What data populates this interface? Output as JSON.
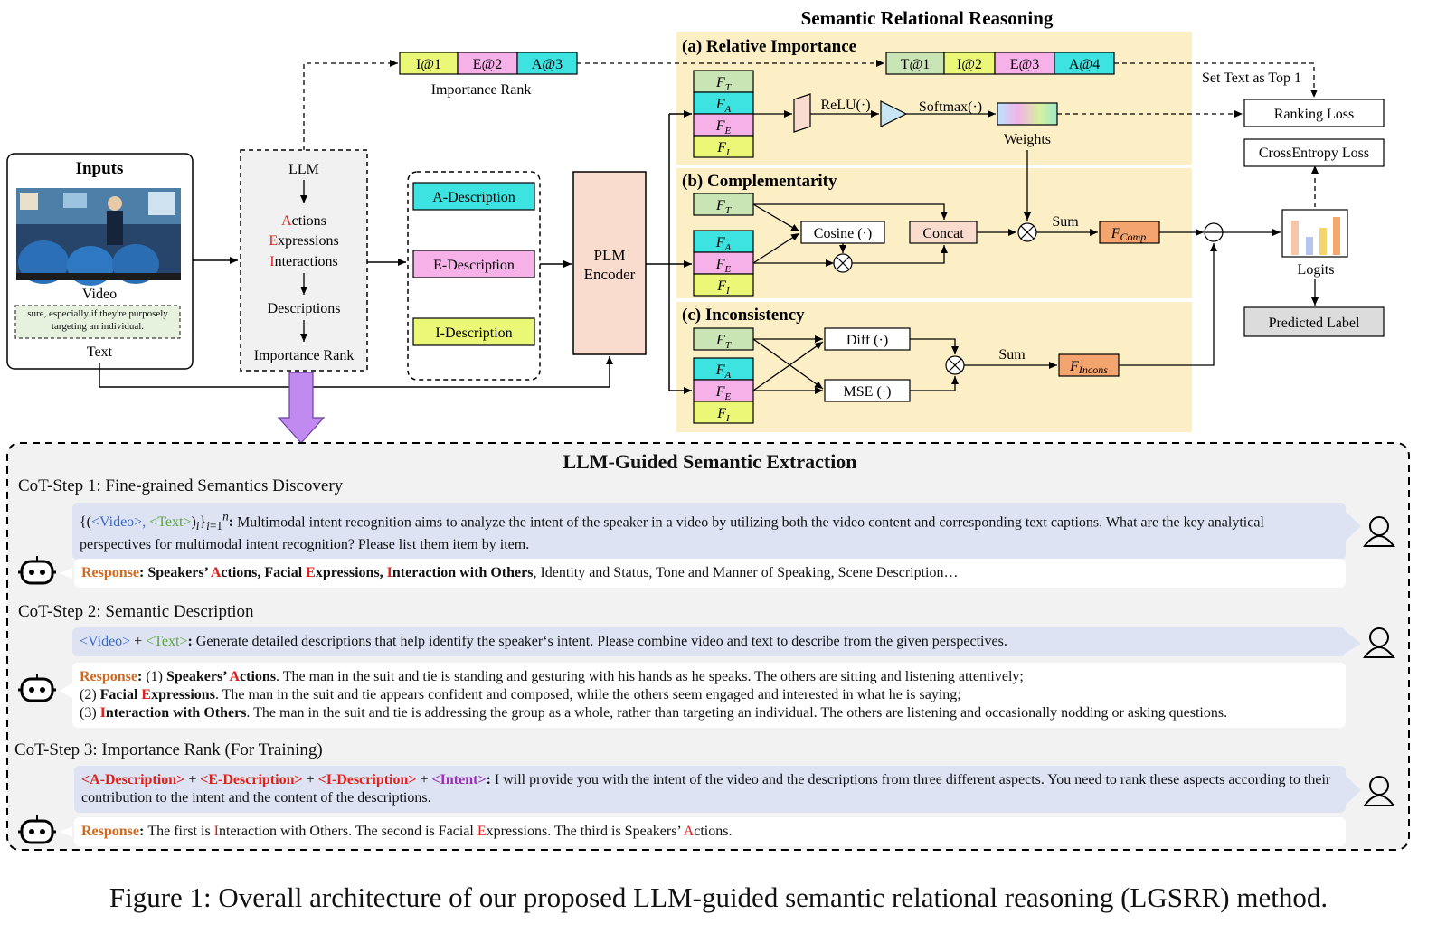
{
  "header": {
    "title": "Semantic Relational Reasoning"
  },
  "inputs": {
    "title": "Inputs",
    "video_label": "Video",
    "text_snippet": "sure, especially if they're purposely targeting an individual.",
    "text_label": "Text"
  },
  "llm": {
    "title": "LLM",
    "perspectives": [
      {
        "first": "A",
        "rest": "ctions"
      },
      {
        "first": "E",
        "rest": "xpressions"
      },
      {
        "first": "I",
        "rest": "nteractions"
      }
    ],
    "descriptions": "Descriptions",
    "rank": "Importance Rank"
  },
  "rank_top": {
    "items": [
      "I@1",
      "E@2",
      "A@3"
    ],
    "label": "Importance Rank"
  },
  "descriptions": [
    "A-Description",
    "E-Description",
    "I-Description"
  ],
  "plm": {
    "line1": "PLM",
    "line2": "Encoder"
  },
  "relative": {
    "title": "(a) Relative Importance",
    "items": [
      "T@1",
      "I@2",
      "E@3",
      "A@4"
    ],
    "relu": "ReLU(·)",
    "softmax": "Softmax(·)",
    "weights": "Weights",
    "set_text": "Set Text as Top 1"
  },
  "features": {
    "letter": "F",
    "subs": [
      "T",
      "A",
      "E",
      "I"
    ]
  },
  "complementarity": {
    "title": "(b) Complementarity",
    "cosine": "Cosine (·)",
    "concat": "Concat",
    "sum": "Sum",
    "out_main": "F",
    "out_sub": "Comp"
  },
  "inconsistency": {
    "title": "(c) Inconsistency",
    "diff": "Diff (·)",
    "mse": "MSE (·)",
    "sum": "Sum",
    "out_main": "F",
    "out_sub": "Incons"
  },
  "losses": {
    "ranking": "Ranking Loss",
    "ce": "CrossEntropy Loss",
    "logits": "Logits",
    "predicted": "Predicted Label"
  },
  "colors": {
    "yellow_bg": "#fcefc6",
    "green": "#c9e5b5",
    "cyan": "#3de3e0",
    "pink": "#f6b2e8",
    "lime": "#ebf777",
    "orange": "#f4a46f",
    "plm": "#f9dccd",
    "arrow_purple": "#c08af0"
  },
  "extraction": {
    "title": "LLM-Guided Semantic Extraction",
    "step1": {
      "title": "CoT-Step 1: Fine-grained Semantics Discovery",
      "q_video": "<Video>,",
      "q_text": "<Text>",
      "q_body": "Multimodal intent recognition aims to analyze the intent of the speaker in a video by utilizing both the video content and corresponding text captions. What are the key analytical perspectives for multimodal intent recognition? Please list them item by item.",
      "resp_label": "Response",
      "r_a1": "Speakers’ ",
      "r_a2": "A",
      "r_a3": "ctions, Facial ",
      "r_e1": "E",
      "r_e2": "xpressions, ",
      "r_i1": "I",
      "r_i2": "nteraction with Others",
      "r_rest": ", Identity and Status, Tone and Manner of Speaking, Scene Description…"
    },
    "step2": {
      "title": "CoT-Step 2: Semantic Description",
      "q_video": "<Video>",
      "q_plus": "+",
      "q_text": "<Text>",
      "q_body": "Generate detailed descriptions that help identify the speaker‘s intent. Please combine video and text to describe from the given perspectives.",
      "resp_label": "Response",
      "l1_num": "(1) ",
      "l1_b1": "Speakers’ ",
      "l1_r": "A",
      "l1_b2": "ctions",
      "l1_body": ". The man in the suit and tie is standing and gesturing with his hands as he speaks. The others are sitting and listening attentively;",
      "l2_num": "(2) ",
      "l2_b1": "Facial ",
      "l2_r": "E",
      "l2_b2": "xpressions",
      "l2_body": ". The man in the suit and tie appears confident and composed, while the others seem engaged and interested in what he is saying;",
      "l3_num": "(3) ",
      "l3_r": "I",
      "l3_b2": "nteraction with Others",
      "l3_body": ". The man in the suit and tie is addressing the group as a whole, rather than targeting an individual. The others are listening and occasionally nodding or asking questions."
    },
    "step3": {
      "title": "CoT-Step 3: Importance Rank (For Training)",
      "t_a": "<A-Description>",
      "t_e": "<E-Description>",
      "t_i": "<I-Description>",
      "t_intent": "<Intent>",
      "plus": "+",
      "q_body": "I will provide you with the intent of the video and the descriptions from three different aspects. You need to rank these aspects according to their contribution to the intent and the content of the descriptions.",
      "resp_label": "Response",
      "r1": "The first is ",
      "r1r": "I",
      "r1b": "nteraction with Others. The second is Facial ",
      "r2r": "E",
      "r2b": "xpressions. The third is Speakers’ ",
      "r3r": "A",
      "r3b": "ctions."
    }
  },
  "caption": "Figure 1:  Overall architecture of our proposed LLM-guided semantic relational reasoning (LGSRR) method."
}
